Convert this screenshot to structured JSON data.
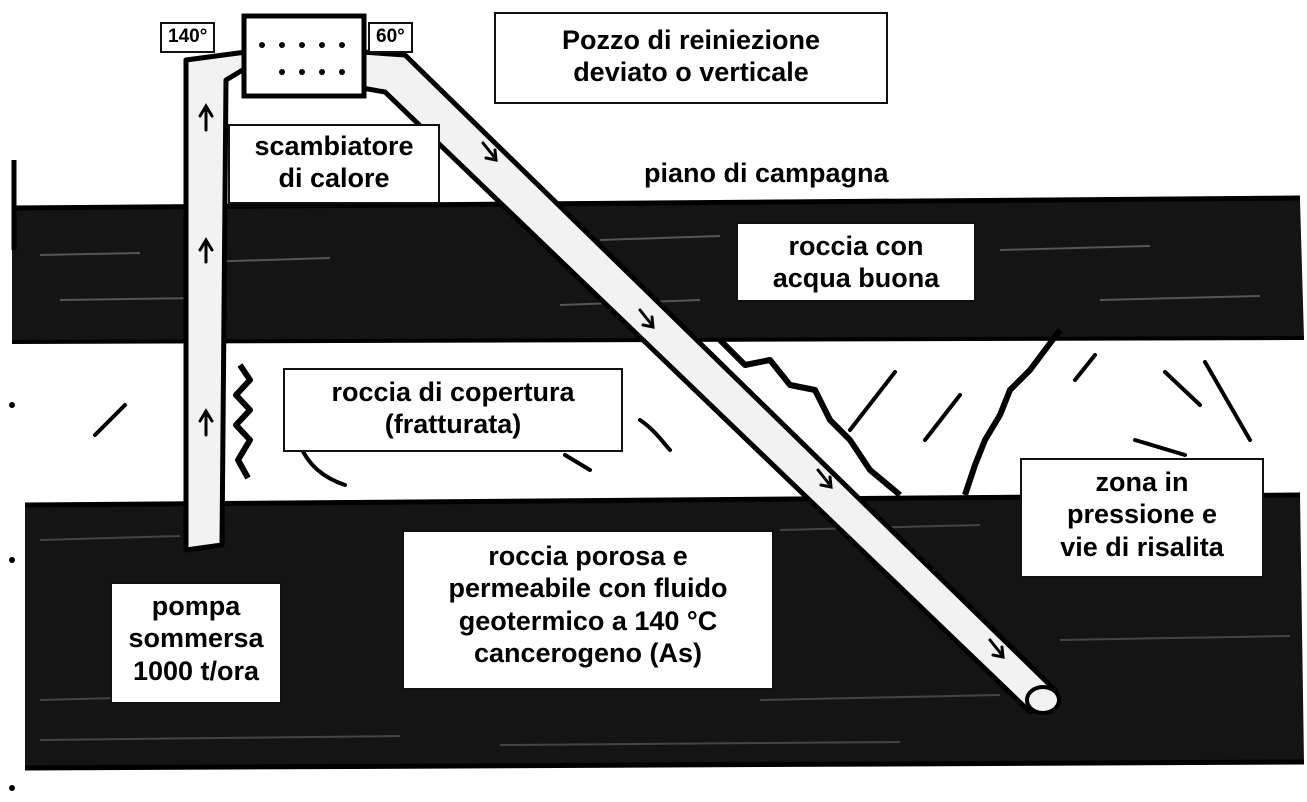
{
  "temperatures": {
    "hot": "140°",
    "cold": "60°"
  },
  "well_title": {
    "line1": "Pozzo di reiniezione",
    "line2": "deviato o verticale"
  },
  "heat_exchanger": {
    "line1": "scambiatore",
    "line2": "di calore"
  },
  "ground_surface": "piano di campagna",
  "aquifer": {
    "line1": "roccia con",
    "line2": "acqua buona"
  },
  "caprock": {
    "line1": "roccia di copertura",
    "line2": "(fratturata)"
  },
  "reservoir": {
    "line1": "roccia porosa e",
    "line2": "permeabile con  fluido",
    "line3": "geotermico a 140 °C",
    "line4": "cancerogeno (As)"
  },
  "pressure_zone": {
    "line1": "zona in",
    "line2": "pressione e",
    "line3": "vie di risalita"
  },
  "pump": {
    "line1": "pompa",
    "line2": "sommersa",
    "line3": "1000 t/ora"
  },
  "colors": {
    "rock_dark": "#141414",
    "rock_light": "#ffffff",
    "pipe": "#f2f2f2",
    "ink": "#000000"
  }
}
